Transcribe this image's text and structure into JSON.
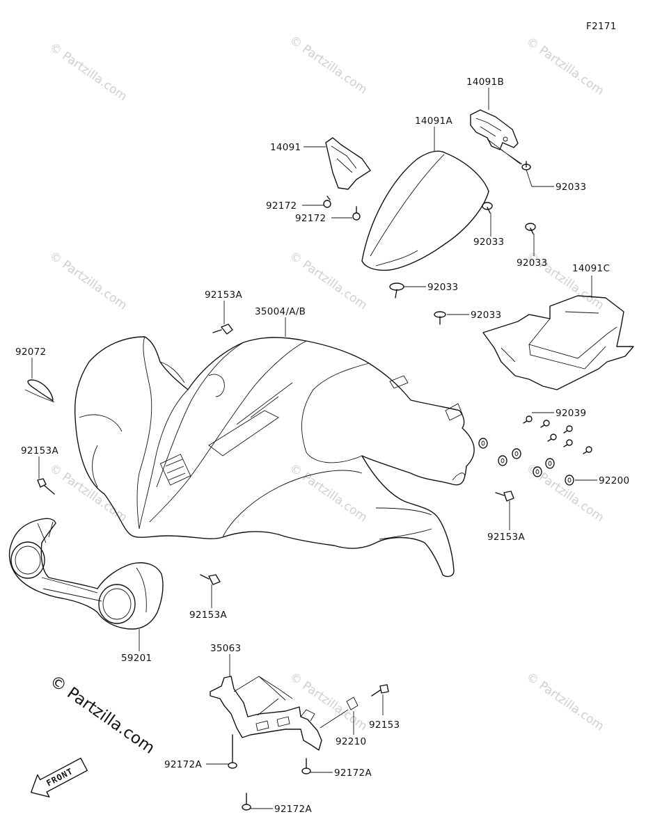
{
  "figure_code": "F2171",
  "watermark_text": "© Partzilla.com",
  "copyright_text": "© Partzilla.com",
  "front_label": "FRONT",
  "labels": {
    "p14091B": "14091B",
    "p14091A": "14091A",
    "p14091": "14091",
    "p92033_a": "92033",
    "p92172_a": "92172",
    "p92172_b": "92172",
    "p92033_b": "92033",
    "p92033_c": "92033",
    "p14091C": "14091C",
    "p92033_d": "92033",
    "p92033_e": "92033",
    "p92153A_a": "92153A",
    "p35004": "35004/A/B",
    "p92072": "92072",
    "p92153A_b": "92153A",
    "p92039": "92039",
    "p92200": "92200",
    "p92153A_c": "92153A",
    "p92153A_d": "92153A",
    "p59201": "59201",
    "p35063": "35063",
    "p92153": "92153",
    "p92210": "92210",
    "p92172A_a": "92172A",
    "p92172A_b": "92172A",
    "p92172A_c": "92172A"
  }
}
